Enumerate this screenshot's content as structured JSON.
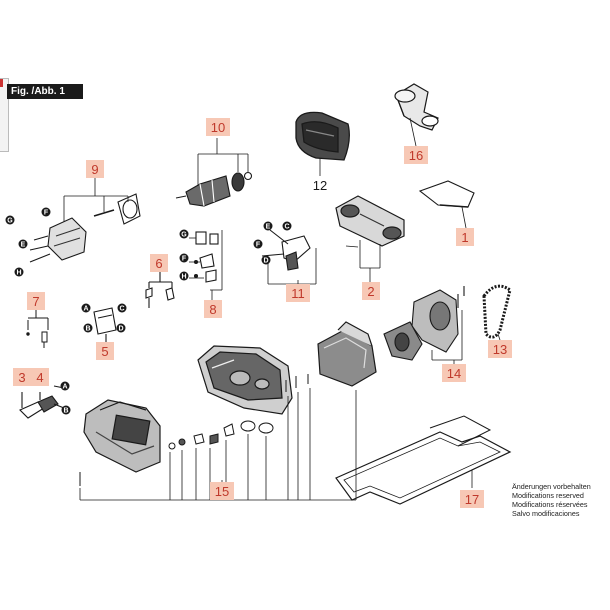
{
  "figure_label": "Fig. /Abb. 1",
  "part_numbers": [
    "1",
    "2",
    "3",
    "4",
    "5",
    "6",
    "7",
    "8",
    "9",
    "10",
    "11",
    "12",
    "13",
    "14",
    "15",
    "16",
    "17"
  ],
  "sub_letters": {
    "group_9": [
      "E",
      "F",
      "G",
      "H"
    ],
    "group_8": [
      "F",
      "G",
      "H"
    ],
    "group_11": [
      "C",
      "D",
      "E",
      "F"
    ],
    "group_5": [
      "A",
      "B",
      "C",
      "D"
    ],
    "group_4": [
      "A",
      "B"
    ]
  },
  "notes": [
    "Änderungen vorbehalten",
    "Modifications reserved",
    "Modifications réservées",
    "Salvo modificaciones"
  ],
  "colors": {
    "callout_fill": "#f7c8b5",
    "callout_text": "#c0392b",
    "ink": "#1a1a1a"
  }
}
